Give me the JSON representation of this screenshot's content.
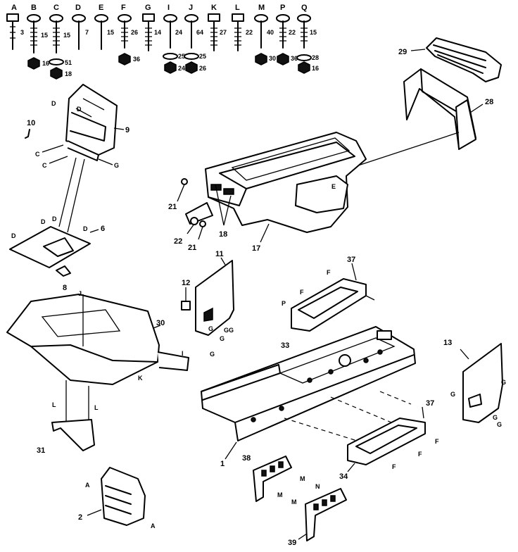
{
  "hardware_letters": [
    "A",
    "B",
    "C",
    "D",
    "E",
    "F",
    "G",
    "I",
    "J",
    "K",
    "L",
    "M",
    "P",
    "Q"
  ],
  "hardware_sizes": [
    "3",
    "15",
    "15",
    "7",
    "15",
    "26",
    "14",
    "24",
    "64",
    "27",
    "22",
    "40",
    "22",
    "15"
  ],
  "washer_labels": [
    "16",
    "51",
    "18",
    "36",
    "25",
    "24",
    "25",
    "26",
    "30",
    "36",
    "28",
    "16"
  ],
  "callouts": {
    "c1": "1",
    "c2": "2",
    "c6": "6",
    "c8": "8",
    "c9": "9",
    "c10": "10",
    "c11": "11",
    "c12": "12",
    "c13": "13",
    "c17": "17",
    "c18": "18",
    "c21a": "21",
    "c21b": "21",
    "c22": "22",
    "c28": "28",
    "c29": "29",
    "c30": "30",
    "c31": "31",
    "c33": "33",
    "c34": "34",
    "c37a": "37",
    "c37b": "37",
    "c38": "38",
    "c39": "39"
  },
  "letter_tags": {
    "D": "D",
    "C": "C",
    "G": "G",
    "E": "E",
    "F": "F",
    "P": "P",
    "I": "I",
    "J": "J",
    "K": "K",
    "L": "L",
    "M": "M",
    "N": "N",
    "A": "A",
    "GG": "GG"
  }
}
